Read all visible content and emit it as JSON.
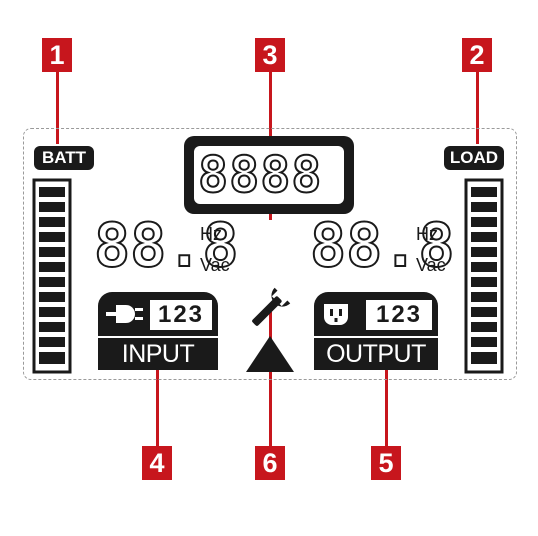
{
  "callouts": [
    "1",
    "2",
    "3",
    "4",
    "5",
    "6"
  ],
  "labels": {
    "batt": "BATT",
    "load": "LOAD",
    "input": "INPUT",
    "output": "OUTPUT",
    "hz": "Hz",
    "vac": "Vac"
  },
  "readouts": {
    "input_value": "88.8",
    "output_value": "88.8",
    "message": "8888"
  },
  "phases": {
    "input": "123",
    "output": "123"
  },
  "colors": {
    "callout": "#c7161d",
    "lcd_dark": "#1a1a1a",
    "lcd_light": "#ffffff"
  },
  "icons": [
    "plug-icon",
    "socket-icon",
    "wrench-icon",
    "warning-triangle-icon"
  ]
}
